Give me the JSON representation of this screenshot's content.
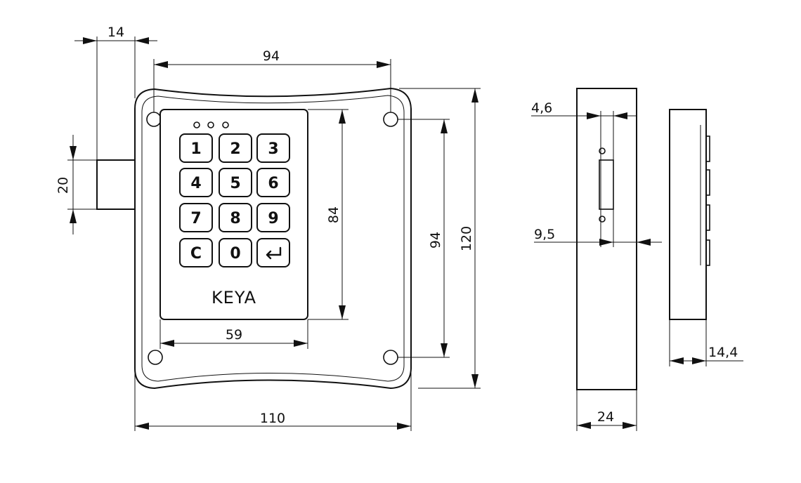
{
  "brand": "KEYA",
  "keypad": {
    "keys": [
      "1",
      "2",
      "3",
      "4",
      "5",
      "6",
      "7",
      "8",
      "9",
      "C",
      "0",
      "enter-icon"
    ]
  },
  "dimensions": {
    "latch_offset": "14",
    "hole_spacing_width": "94",
    "latch_height": "20",
    "keypad_height": "84",
    "hole_spacing_height": "94",
    "overall_height": "120",
    "keypad_width": "59",
    "overall_width": "110",
    "side_offset_top": "4,6",
    "side_offset_mid": "9,5",
    "side_depth": "24",
    "end_view_depth": "14,4"
  }
}
